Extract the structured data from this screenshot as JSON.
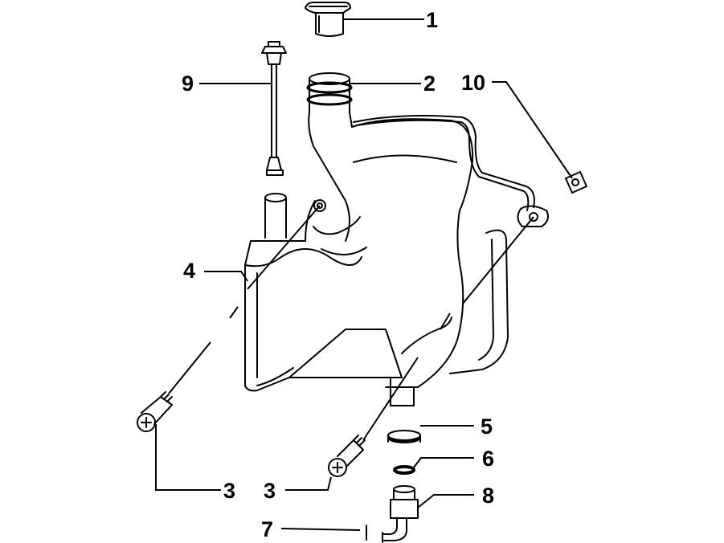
{
  "diagram": {
    "callouts": [
      {
        "id": "c1",
        "label": "1"
      },
      {
        "id": "c2",
        "label": "2"
      },
      {
        "id": "c3a",
        "label": "3"
      },
      {
        "id": "c3b",
        "label": "3"
      },
      {
        "id": "c4",
        "label": "4"
      },
      {
        "id": "c5",
        "label": "5"
      },
      {
        "id": "c6",
        "label": "6"
      },
      {
        "id": "c7",
        "label": "7"
      },
      {
        "id": "c8",
        "label": "8"
      },
      {
        "id": "c9",
        "label": "9"
      },
      {
        "id": "c10",
        "label": "10"
      }
    ]
  }
}
